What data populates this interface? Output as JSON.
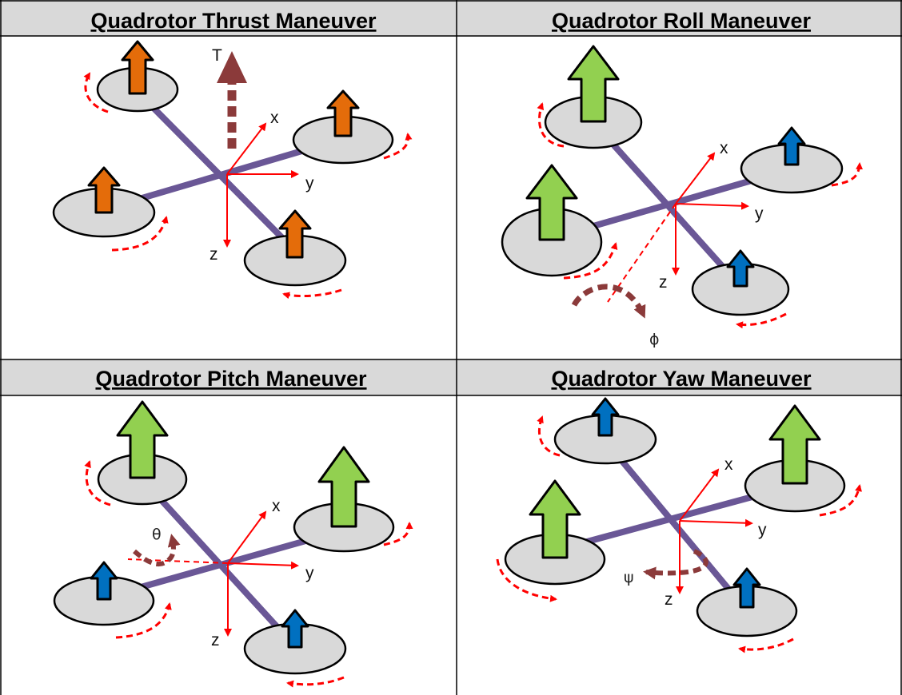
{
  "panels": [
    {
      "id": "thrust",
      "title": "Quadrotor Thrust Maneuver",
      "rotors": [
        {
          "id": "left-back",
          "arrow": "orange-small"
        },
        {
          "id": "front-left",
          "arrow": "orange-small"
        },
        {
          "id": "front-right",
          "arrow": "orange-small"
        },
        {
          "id": "right-back",
          "arrow": "orange-small"
        }
      ],
      "rotation_labels": [
        {
          "id": "T",
          "text": "T"
        }
      ],
      "axis_labels": {
        "x": "x",
        "y": "y",
        "z": "z"
      }
    },
    {
      "id": "roll",
      "title": "Quadrotor Roll Maneuver",
      "rotors": [
        {
          "id": "left-back",
          "arrow": "green-large"
        },
        {
          "id": "front-left",
          "arrow": "green-large"
        },
        {
          "id": "front-right",
          "arrow": "blue-small"
        },
        {
          "id": "right-back",
          "arrow": "blue-small"
        }
      ],
      "rotation_labels": [
        {
          "id": "phi",
          "text": "ϕ"
        }
      ],
      "axis_labels": {
        "x": "x",
        "y": "y",
        "z": "z"
      }
    },
    {
      "id": "pitch",
      "title": "Quadrotor Pitch Maneuver",
      "rotors": [
        {
          "id": "left-back",
          "arrow": "blue-small"
        },
        {
          "id": "front-left",
          "arrow": "green-large"
        },
        {
          "id": "front-right",
          "arrow": "green-large"
        },
        {
          "id": "right-back",
          "arrow": "blue-small"
        }
      ],
      "rotation_labels": [
        {
          "id": "theta",
          "text": "θ"
        }
      ],
      "axis_labels": {
        "x": "x",
        "y": "y",
        "z": "z"
      }
    },
    {
      "id": "yaw",
      "title": "Quadrotor Yaw Maneuver",
      "rotors": [
        {
          "id": "left-back",
          "arrow": "green-large"
        },
        {
          "id": "front-left",
          "arrow": "blue-small"
        },
        {
          "id": "front-right",
          "arrow": "green-large"
        },
        {
          "id": "right-back",
          "arrow": "blue-small"
        }
      ],
      "rotation_labels": [
        {
          "id": "psi",
          "text": "ψ"
        }
      ],
      "axis_labels": {
        "x": "x",
        "y": "y",
        "z": "z"
      }
    }
  ],
  "colors": {
    "header_bg": "#d9d9d9",
    "grid_line": "#000000",
    "rotor_fill": "#d9d9d9",
    "rotor_stroke": "#000000",
    "arm": "#6a5796",
    "axis": "#ff0000",
    "spin_arrow": "#ff0000",
    "maneuver_arrow": "#8b3a3a",
    "thrust_orange": "#e46c0a",
    "thrust_green": "#92d050",
    "thrust_blue": "#0070c0"
  },
  "icons": {
    "rotor": "rotor-disc-icon",
    "thrust": "up-arrow-icon",
    "spin": "curved-dashed-arrow-icon"
  }
}
